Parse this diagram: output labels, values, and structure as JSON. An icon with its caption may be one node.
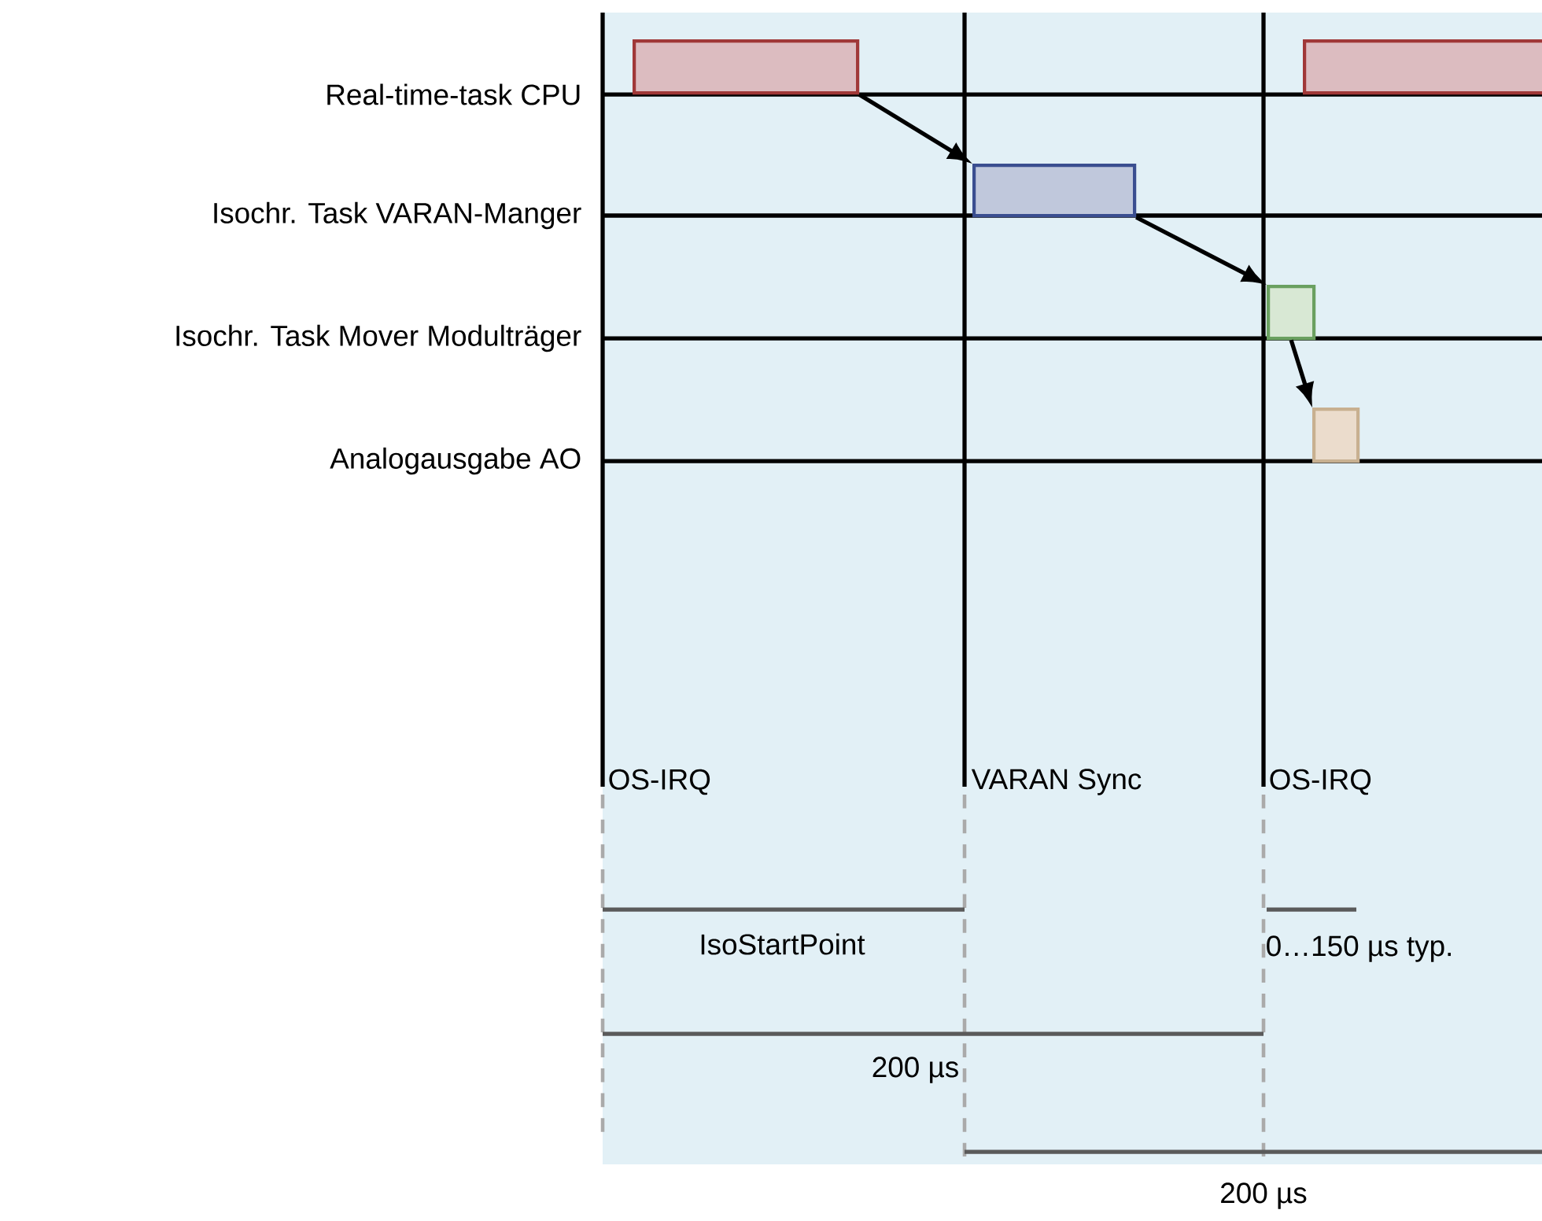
{
  "diagram": {
    "nodes": [
      {
        "text": [],
        "shape": "bar"
      },
      {
        "text": [],
        "shape": "bar"
      },
      {
        "text": [],
        "shape": "bar"
      },
      {
        "text": [],
        "shape": "bar"
      },
      {
        "text": [],
        "shape": "bar"
      }
    ],
    "edges": [
      {
        "from": 0,
        "to": 2,
        "arrow": "to"
      },
      {
        "from": 2,
        "to": 3,
        "arrow": "to"
      },
      {
        "from": 3,
        "to": 4,
        "arrow": "to"
      }
    ],
    "labels": [
      "Real-time-task CPU",
      "Isochr. Task VARAN-Manger",
      "Isochr. Task Mover Modulträger",
      "Analogausgabe AO",
      "OS-IRQ",
      "VARAN Sync",
      "OS-IRQ",
      "IsoStartPoint",
      "0…150 µs typ.",
      "200 µs",
      "200 µs"
    ]
  }
}
